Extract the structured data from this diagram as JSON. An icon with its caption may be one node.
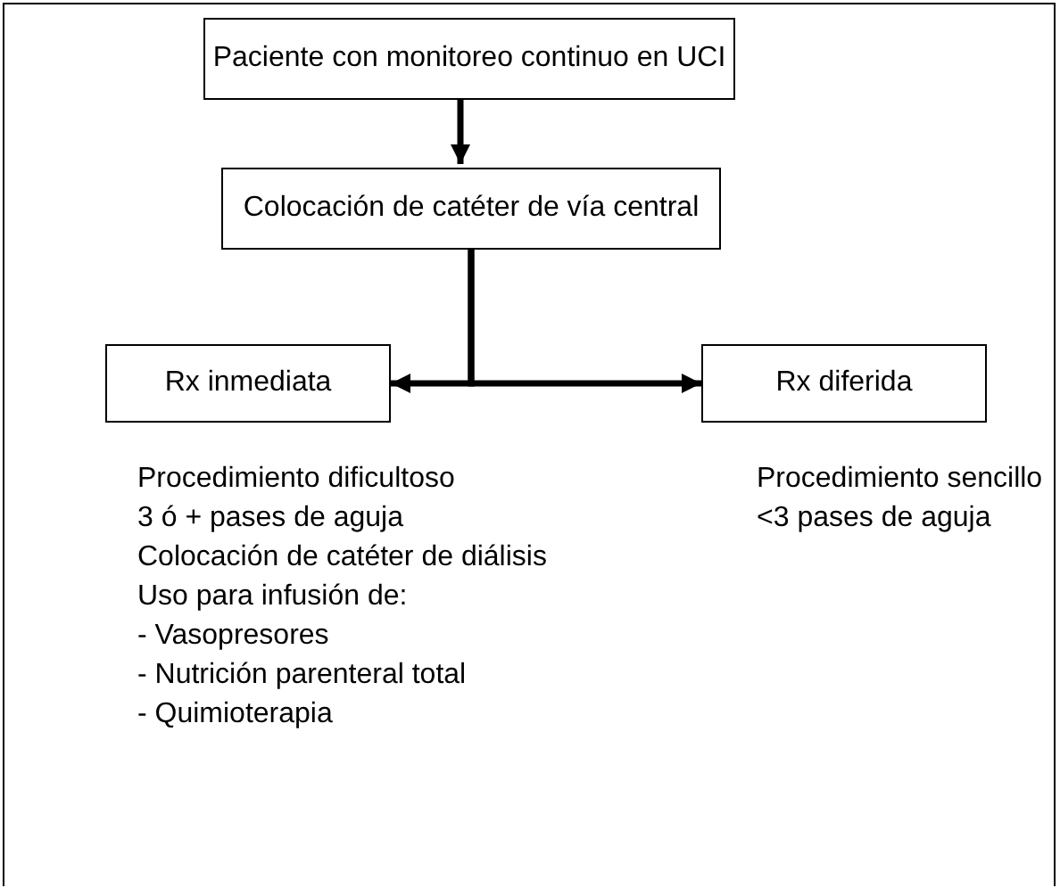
{
  "diagram": {
    "nodes": [
      {
        "text": [
          "Paciente con monitoreo continuo en UCI"
        ]
      },
      {
        "text": [
          "Colocación de catéter de vía central"
        ]
      },
      {
        "text": [
          "Rx inmediata"
        ],
        "beside": [
          "Procedimiento dificultoso",
          "3 ó + pases de aguja",
          "Colocación de catéter de diálisis",
          "Uso para infusión de:",
          "- Vasopresores",
          "- Nutrición parenteral total",
          "- Quimioterapia"
        ]
      },
      {
        "text": [
          "Rx diferida"
        ],
        "beside": [
          "Procedimiento sencillo",
          "<3  pases de aguja"
        ]
      }
    ],
    "edges": [
      {
        "from": 0,
        "to": 1,
        "arrow": "to"
      },
      {
        "from": 1,
        "to": 2,
        "arrow": "to"
      },
      {
        "from": 1,
        "to": 3,
        "arrow": "to"
      }
    ]
  }
}
